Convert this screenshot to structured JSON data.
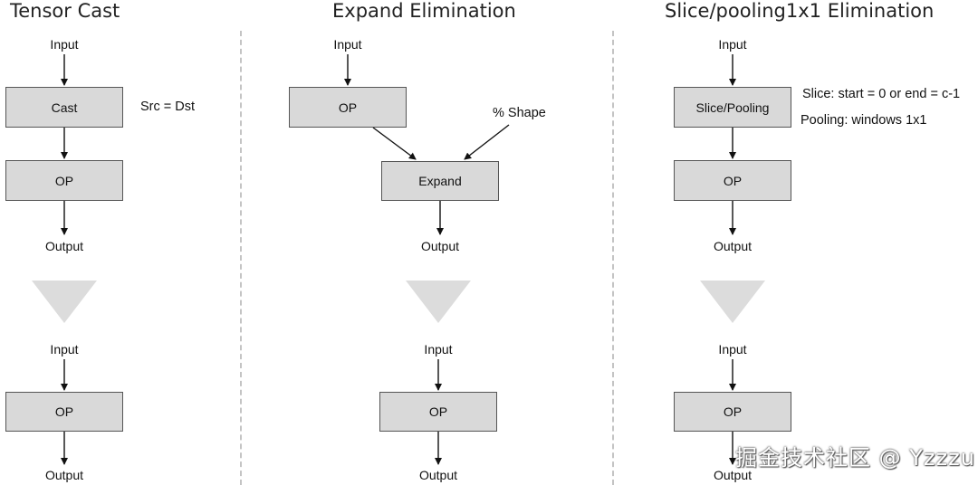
{
  "panels": [
    {
      "title": "Tensor Cast",
      "top_input": "Input",
      "first_op": "Cast",
      "second_op": "OP",
      "top_output": "Output",
      "annotation": "Src = Dst",
      "bottom_input": "Input",
      "bottom_op": "OP",
      "bottom_output": "Output"
    },
    {
      "title": "Expand Elimination",
      "top_input": "Input",
      "first_op": "OP",
      "second_op": "Expand",
      "top_output": "Output",
      "annotation": "% Shape",
      "bottom_input": "Input",
      "bottom_op": "OP",
      "bottom_output": "Output"
    },
    {
      "title": "Slice/pooling1x1 Elimination",
      "top_input": "Input",
      "first_op": "Slice/Pooling",
      "second_op": "OP",
      "top_output": "Output",
      "annotation": "Slice: start = 0 or end = c-1",
      "annotation2": "Pooling: windows 1x1",
      "bottom_input": "Input",
      "bottom_op": "OP",
      "bottom_output": "Output"
    }
  ],
  "watermark": "掘金技术社区 @ Yzzzu",
  "colors": {
    "box_fill": "#d9d9d9",
    "box_border": "#555555",
    "transform_arrow": "#dcdcdc",
    "divider": "#c4c4c4"
  }
}
